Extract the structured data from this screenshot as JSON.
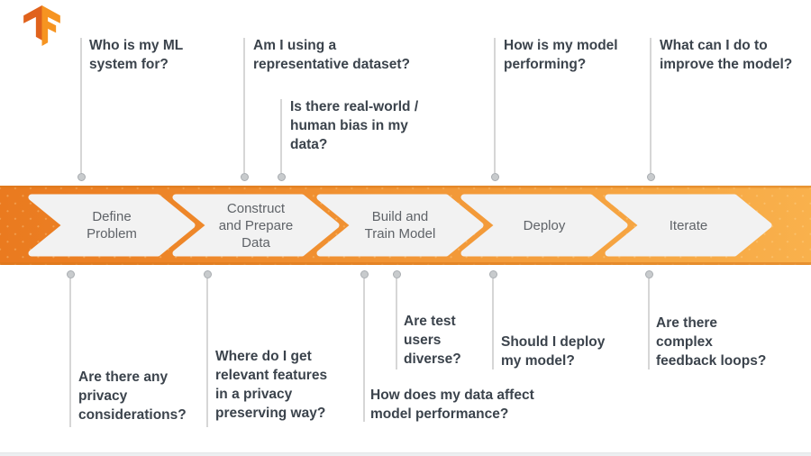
{
  "logo": {
    "name": "TensorFlow logo",
    "color_dark": "#E0621C",
    "color_light": "#F69421"
  },
  "banner": {
    "background_left": "#EA7A1F",
    "background_right": "#F9B14C",
    "chevron_fill": "#F2F2F2",
    "label_color": "#5F6368",
    "phases": [
      {
        "label": "Define\nProblem"
      },
      {
        "label": "Construct\nand Prepare\nData"
      },
      {
        "label": "Build and\nTrain Model"
      },
      {
        "label": "Deploy"
      },
      {
        "label": "Iterate"
      }
    ]
  },
  "questions_top": [
    {
      "text": "Who is my ML\nsystem for?"
    },
    {
      "text": "Am I using a\nrepresentative dataset?"
    },
    {
      "text": "Is there real-world /\nhuman bias in my\ndata?"
    },
    {
      "text": "How is my model\nperforming?"
    },
    {
      "text": "What can I do to\nimprove the model?"
    }
  ],
  "questions_bottom": [
    {
      "text": "Are there any\nprivacy\nconsiderations?"
    },
    {
      "text": "Where do I get\nrelevant features\nin a privacy\npreserving way?"
    },
    {
      "text": "How does my data affect\nmodel performance?"
    },
    {
      "text": "Are test\nusers\ndiverse?"
    },
    {
      "text": "Should I deploy\nmy model?"
    },
    {
      "text": "Are there\ncomplex\nfeedback loops?"
    }
  ],
  "colors": {
    "question_text": "#3B434C",
    "connector_line": "#D6D6D6",
    "connector_dot": "#C8CBCD",
    "footer_strip": "#ECEFF1"
  }
}
